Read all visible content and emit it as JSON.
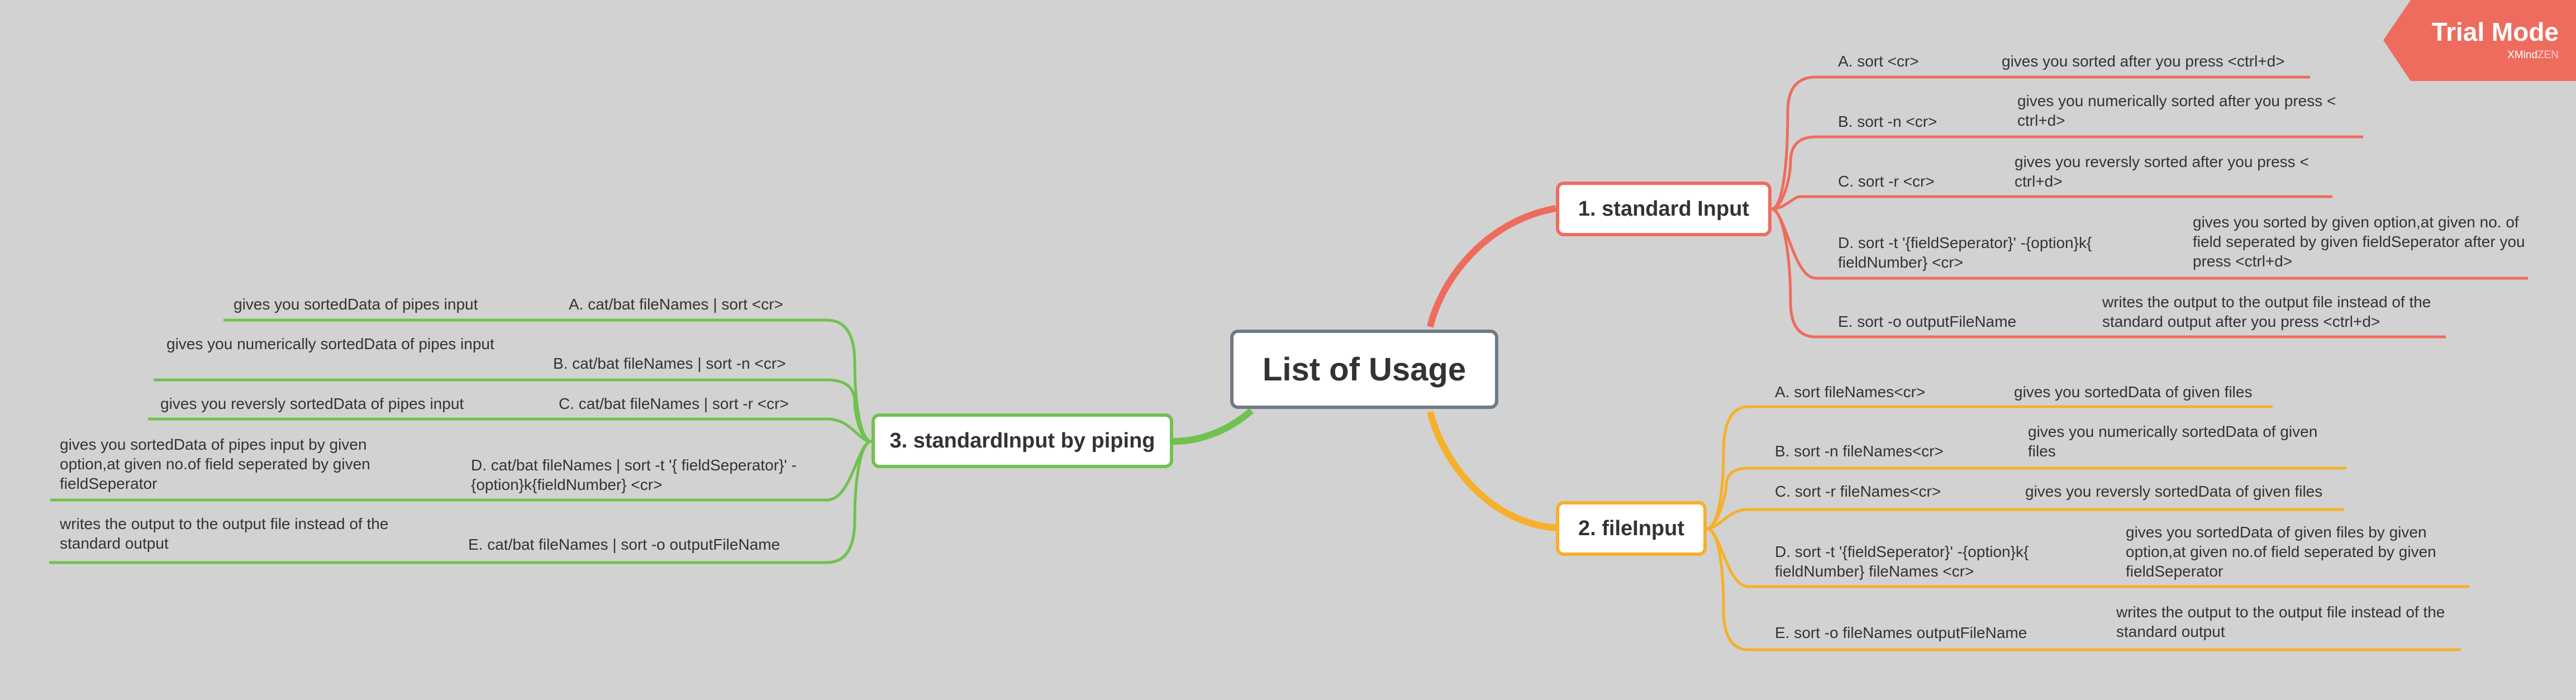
{
  "central": "List of Usage",
  "trial": {
    "label": "Trial Mode",
    "brand_a": "XMind",
    "brand_b": "ZEN"
  },
  "colors": {
    "standard": "#ee6c5e",
    "file": "#f6b02a",
    "piping": "#71c14f",
    "central_border": "#6f7a85",
    "background": "#d2d2d2",
    "badge": "#ee6c5e"
  },
  "topics": {
    "standard": {
      "title": "1. standard Input",
      "items": [
        {
          "cmd": "A. sort <cr>",
          "desc": "gives you sorted after you press <ctrl+d>"
        },
        {
          "cmd": "B. sort -n <cr>",
          "desc": "gives you numerically sorted after you press < ctrl+d>"
        },
        {
          "cmd": "C. sort -r <cr>",
          "desc": "gives you reversly sorted after you press < ctrl+d>"
        },
        {
          "cmd": "D. sort -t '{fieldSeperator}' -{option}k{ fieldNumber} <cr>",
          "desc": "gives you sorted by given option,at given no. of field seperated by given fieldSeperator after you press <ctrl+d>"
        },
        {
          "cmd": "E. sort -o outputFileName",
          "desc": "writes the output to the output file instead of the standard output after you press <ctrl+d>"
        }
      ]
    },
    "file": {
      "title": "2. fileInput",
      "items": [
        {
          "cmd": "A. sort fileNames<cr>",
          "desc": "gives you sortedData of given files"
        },
        {
          "cmd": "B. sort -n fileNames<cr>",
          "desc": "gives you numerically sortedData of given files"
        },
        {
          "cmd": "C. sort -r fileNames<cr>",
          "desc": "gives you reversly sortedData of given files"
        },
        {
          "cmd": "D. sort -t '{fieldSeperator}' -{option}k{ fieldNumber} fileNames <cr>",
          "desc": "gives you sortedData of given files by given option,at given no.of field seperated by given fieldSeperator"
        },
        {
          "cmd": "E. sort -o fileNames outputFileName",
          "desc": "writes the output to the output file instead of the standard output"
        }
      ]
    },
    "piping": {
      "title": "3. standardInput by piping",
      "items": [
        {
          "cmd": "A. cat/bat fileNames | sort <cr>",
          "desc": "gives you sortedData of pipes input"
        },
        {
          "cmd": "B. cat/bat fileNames | sort -n <cr>",
          "desc": "gives you numerically sortedData of pipes input"
        },
        {
          "cmd": "C. cat/bat fileNames | sort -r <cr>",
          "desc": "gives you reversly sortedData of pipes input"
        },
        {
          "cmd": "D. cat/bat fileNames | sort -t '{ fieldSeperator}' -{option}k{fieldNumber} <cr>",
          "desc": "gives you sortedData of pipes input by given option,at given no.of field seperated by given fieldSeperator"
        },
        {
          "cmd": "E. cat/bat fileNames | sort -o outputFileName",
          "desc": "writes the output to the output file instead of the standard output"
        }
      ]
    }
  }
}
